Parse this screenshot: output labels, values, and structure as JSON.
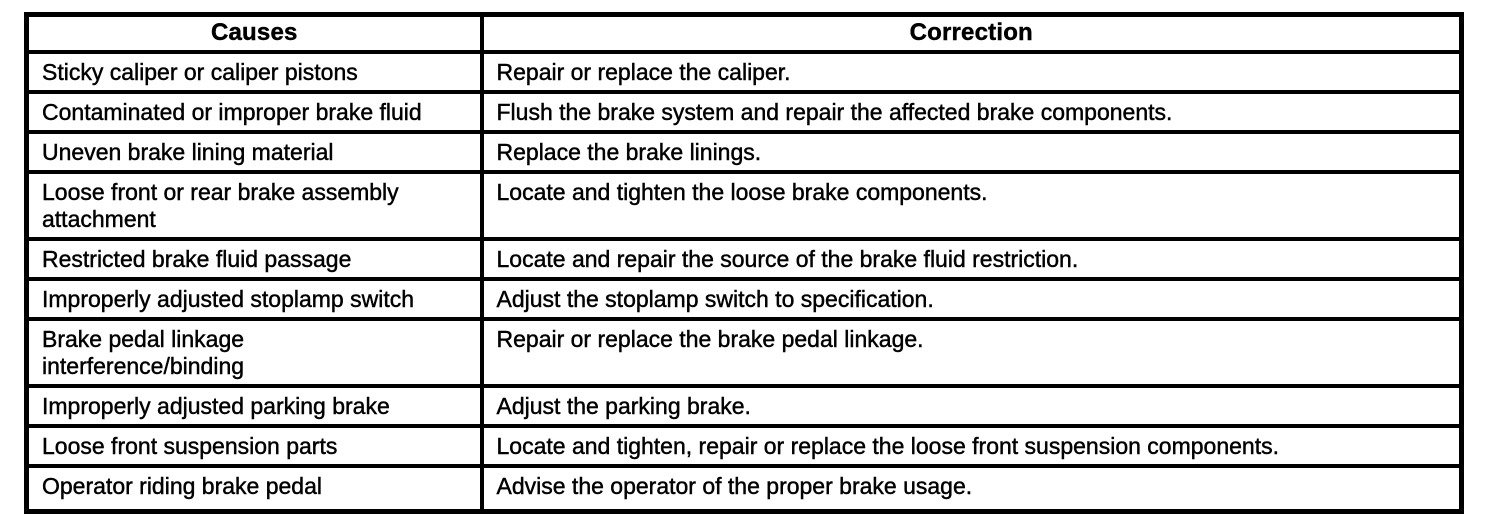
{
  "document": {
    "type": "troubleshooting-table",
    "colors": {
      "text": "#000000",
      "border": "#000000",
      "background": "#ffffff"
    },
    "table": {
      "headers": {
        "causes": "Causes",
        "correction": "Correction"
      },
      "rows": [
        {
          "cause": "Sticky caliper or caliper pistons",
          "correction": "Repair or replace the caliper."
        },
        {
          "cause": "Contaminated or improper brake fluid",
          "correction": "Flush the brake system and repair the affected brake components."
        },
        {
          "cause": "Uneven brake lining material",
          "correction": "Replace the brake linings."
        },
        {
          "cause": "Loose front or rear brake assembly\nattachment",
          "correction": "Locate and tighten the loose brake components."
        },
        {
          "cause": "Restricted brake fluid passage",
          "correction": "Locate and repair the source of the brake fluid restriction."
        },
        {
          "cause": "Improperly adjusted stoplamp switch",
          "correction": "Adjust the stoplamp switch to specification."
        },
        {
          "cause": "Brake pedal linkage\ninterference/binding",
          "correction": "Repair or replace the brake pedal linkage."
        },
        {
          "cause": "Improperly adjusted parking brake",
          "correction": "Adjust the parking brake."
        },
        {
          "cause": "Loose front suspension parts",
          "correction": "Locate and tighten, repair or replace the loose front suspension components."
        },
        {
          "cause": "Operator riding brake pedal",
          "correction": "Advise the operator of the proper brake usage."
        }
      ]
    }
  }
}
